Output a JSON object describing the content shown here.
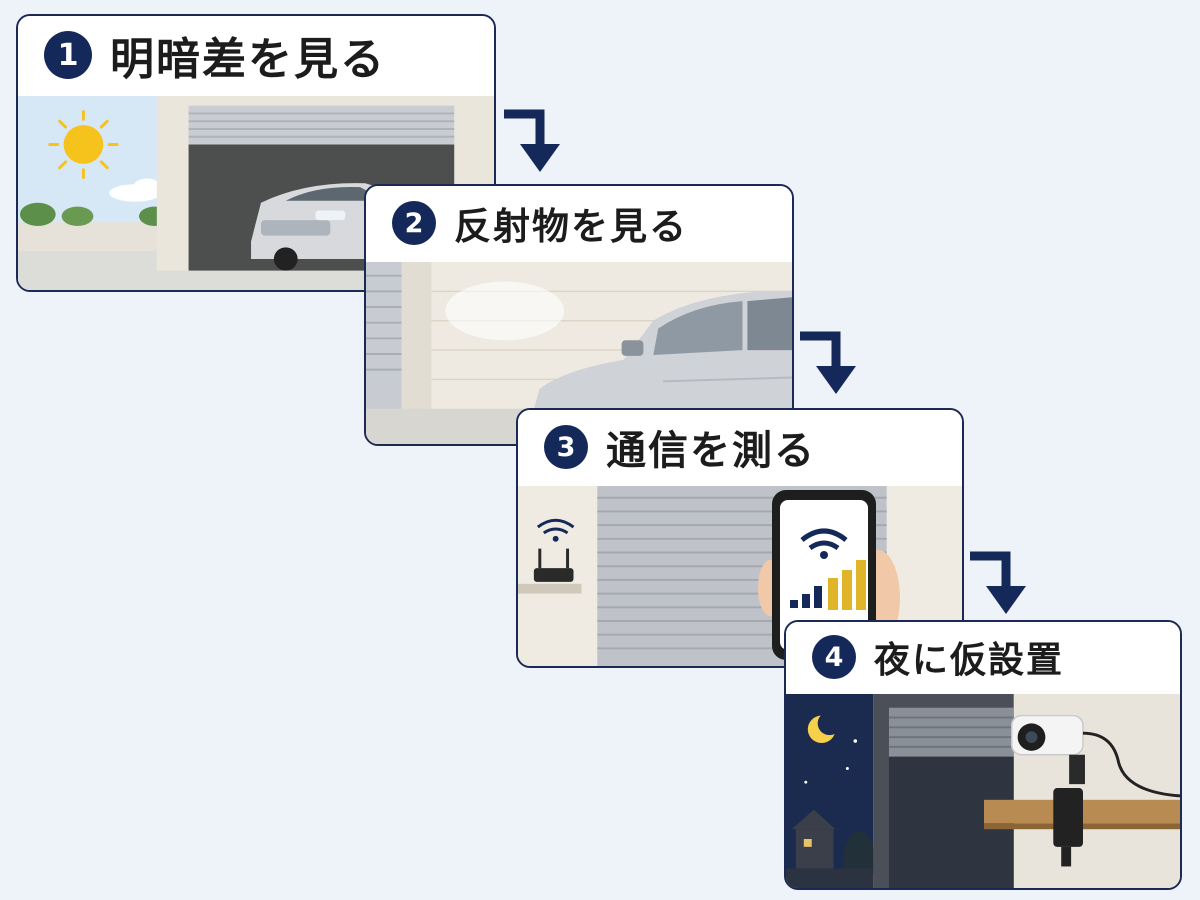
{
  "steps": [
    {
      "number": "1",
      "title": "明暗差を見る",
      "icon": "sun-icon"
    },
    {
      "number": "2",
      "title": "反射物を見る",
      "icon": "car-icon"
    },
    {
      "number": "3",
      "title": "通信を測る",
      "icon": "wifi-icon"
    },
    {
      "number": "4",
      "title": "夜に仮設置",
      "icon": "moon-icon"
    }
  ],
  "colors": {
    "navy": "#15285a",
    "border": "#1b2a55",
    "background": "#eef2f9",
    "sun": "#f6c21c",
    "signal_bars": "#e0b52a"
  }
}
